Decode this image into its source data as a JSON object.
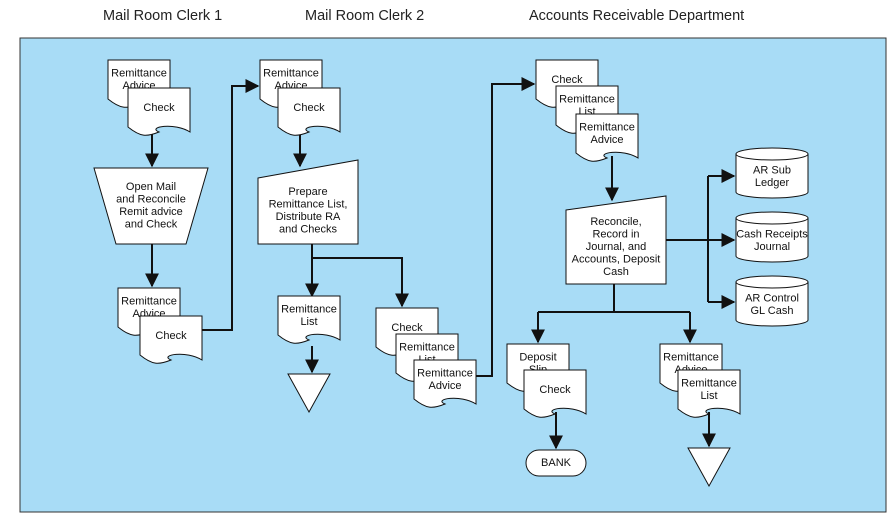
{
  "headers": {
    "clerk1": "Mail Room Clerk 1",
    "clerk2": "Mail Room Clerk 2",
    "ar_dept": "Accounts Receivable Department"
  },
  "colors": {
    "background": "#a8dcf6",
    "shape_fill": "#ffffff",
    "stroke": "#111111"
  },
  "nodes": {
    "c1_remit_advice": [
      "Remittance",
      "Advice"
    ],
    "c1_check": [
      "Check"
    ],
    "c1_process": [
      "Open Mail",
      "and Reconcile",
      "Remit advice",
      "and Check"
    ],
    "c1_out_remit_advice": [
      "Remittance",
      "Advice"
    ],
    "c1_out_check": [
      "Check"
    ],
    "c2_remit_advice": [
      "Remittance",
      "Advice"
    ],
    "c2_check": [
      "Check"
    ],
    "c2_process": [
      "Prepare",
      "Remittance List,",
      "Distribute RA",
      "and Checks"
    ],
    "c2_remit_list": [
      "Remittance",
      "List"
    ],
    "c2_out_check": [
      "Check"
    ],
    "c2_out_remit_list": [
      "Remittance",
      "List"
    ],
    "c2_out_remit_advice": [
      "Remittance",
      "Advice"
    ],
    "ar_check": [
      "Check"
    ],
    "ar_remit_list": [
      "Remittance",
      "List"
    ],
    "ar_remit_advice": [
      "Remittance",
      "Advice"
    ],
    "ar_process": [
      "Reconcile,",
      "Record in",
      "Journal, and",
      "Accounts, Deposit",
      "Cash"
    ],
    "ar_subledger": [
      "AR Sub",
      "Ledger"
    ],
    "cash_receipts_journal": [
      "Cash Receipts",
      "Journal"
    ],
    "ar_control": [
      "AR Control",
      "GL Cash"
    ],
    "deposit_slip": [
      "Deposit",
      "Slip"
    ],
    "deposit_check": [
      "Check"
    ],
    "bank": [
      "BANK"
    ],
    "ar_out_remit_advice": [
      "Remittance",
      "Advice"
    ],
    "ar_out_remit_list": [
      "Remittance",
      "List"
    ]
  }
}
